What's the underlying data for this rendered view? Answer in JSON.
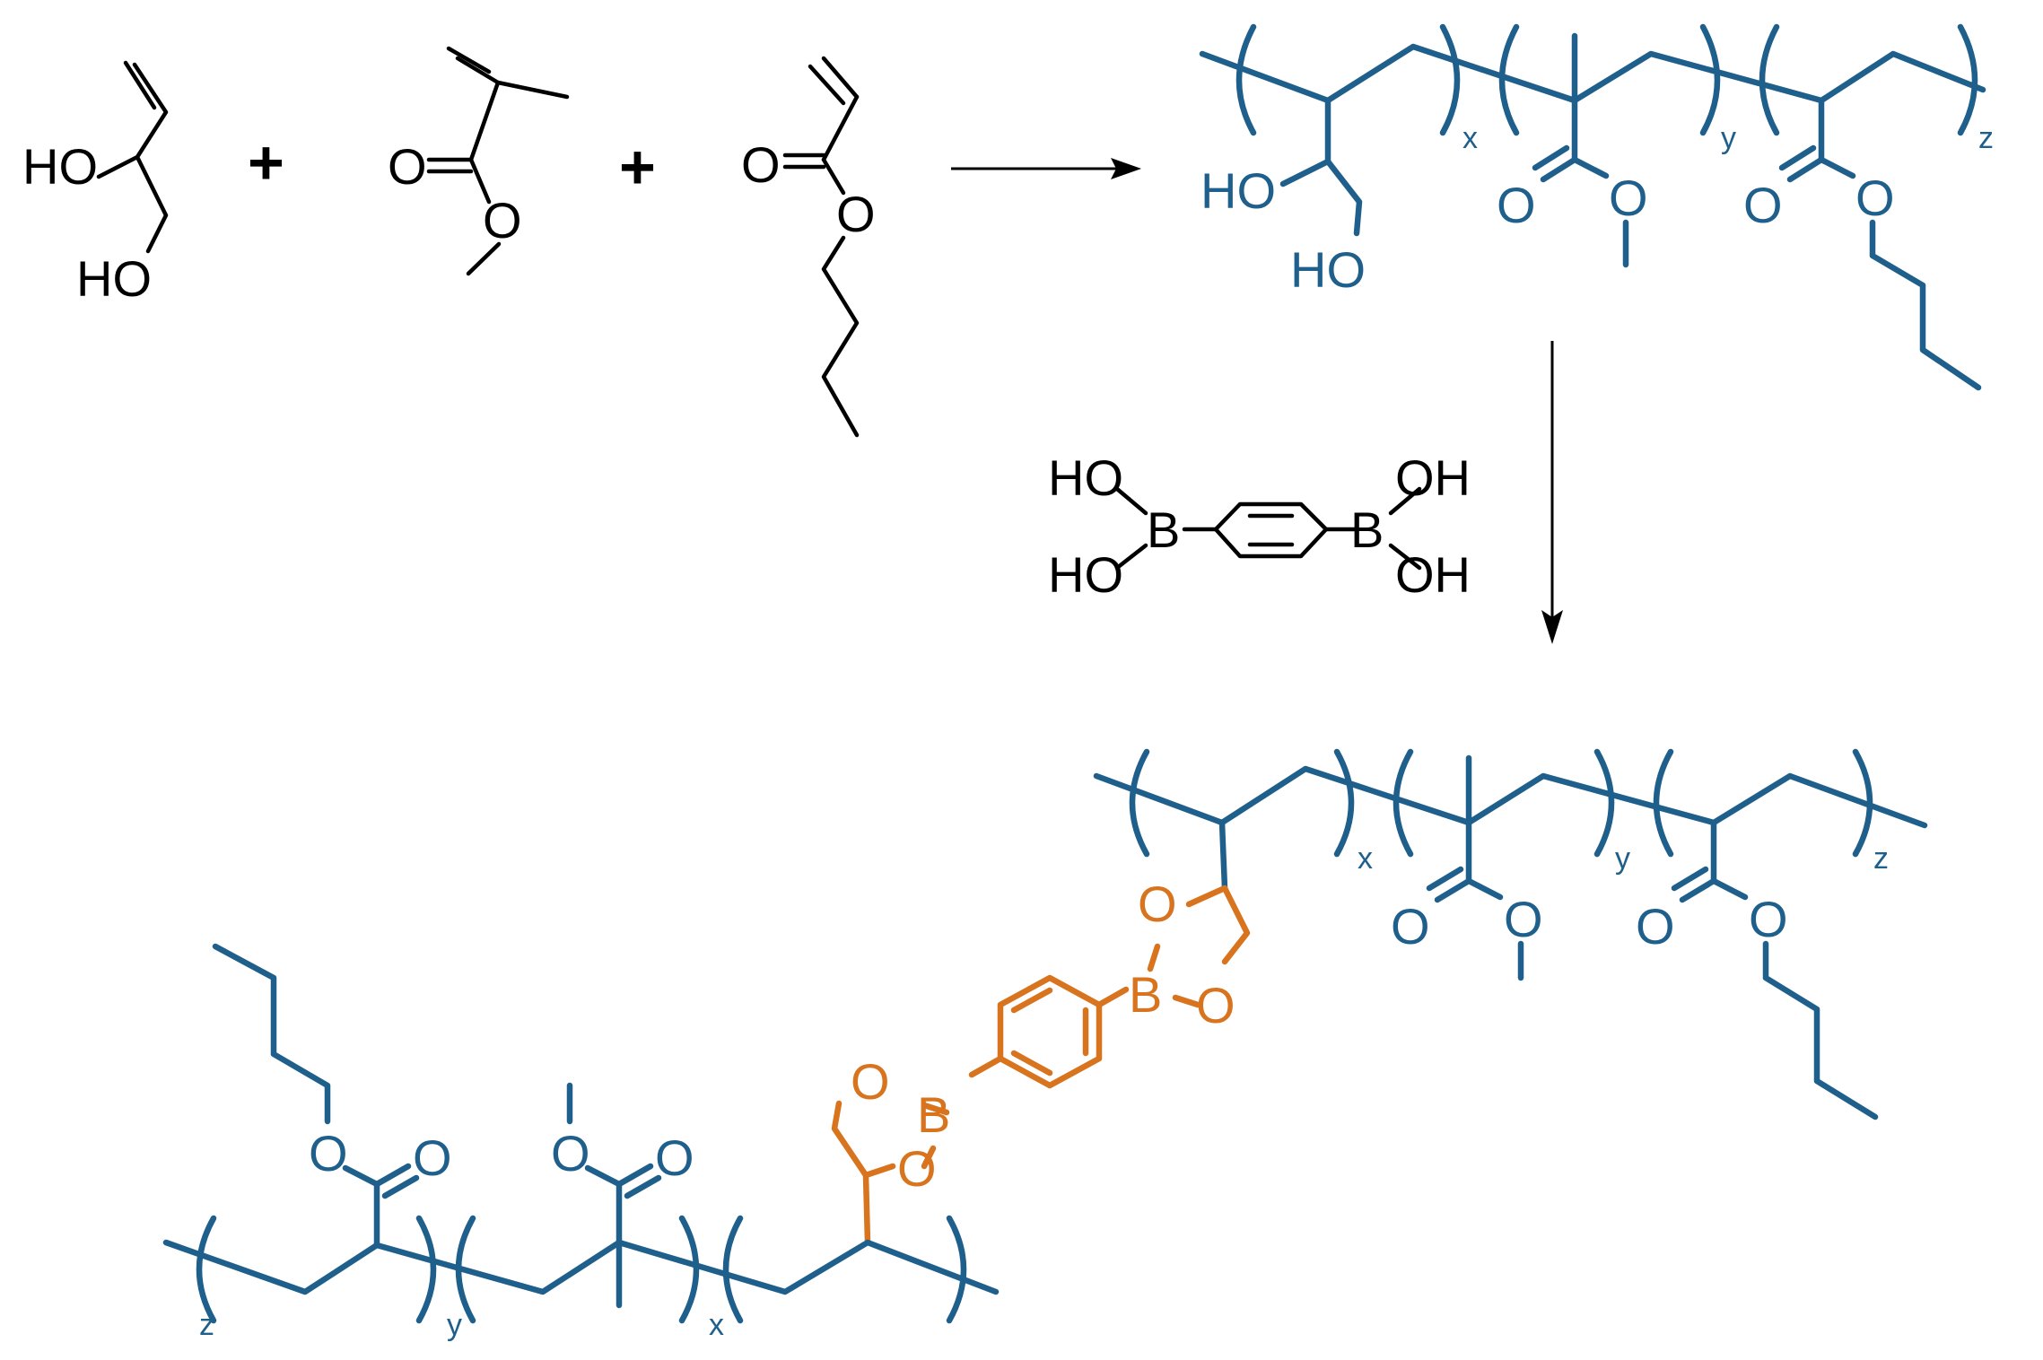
{
  "reagents": {
    "monomer1": {
      "oh_top": "HO",
      "oh_bottom": "HO"
    },
    "monomer2": {
      "carbonyl_o": "O",
      "ester_o": "O"
    },
    "monomer3": {
      "carbonyl_o": "O",
      "ester_o": "O"
    },
    "plus_symbol": "+"
  },
  "copolymer": {
    "oh_a": "HO",
    "oh_b": "HO",
    "o_labels": [
      "O",
      "O",
      "O",
      "O"
    ],
    "subscripts": [
      "x",
      "y",
      "z"
    ]
  },
  "crosslinker": {
    "oh": [
      "HO",
      "HO",
      "OH",
      "OH"
    ],
    "boron": [
      "B",
      "B"
    ]
  },
  "network": {
    "upper_chain": {
      "o_labels": [
        "O",
        "O",
        "O",
        "O"
      ],
      "subscripts": [
        "x",
        "y",
        "z"
      ]
    },
    "lower_chain": {
      "o_labels": [
        "O",
        "O",
        "O",
        "O"
      ],
      "subscripts": [
        "z",
        "y",
        "x"
      ]
    },
    "boronate_esters": [
      {
        "boron": "B",
        "oxygens": [
          "O",
          "O"
        ]
      },
      {
        "boron": "B",
        "oxygens": [
          "O",
          "O"
        ]
      }
    ]
  },
  "colors": {
    "reagent": "#000000",
    "polymer": "#1f5f8c",
    "boronate_crosslink": "#d8731e"
  }
}
